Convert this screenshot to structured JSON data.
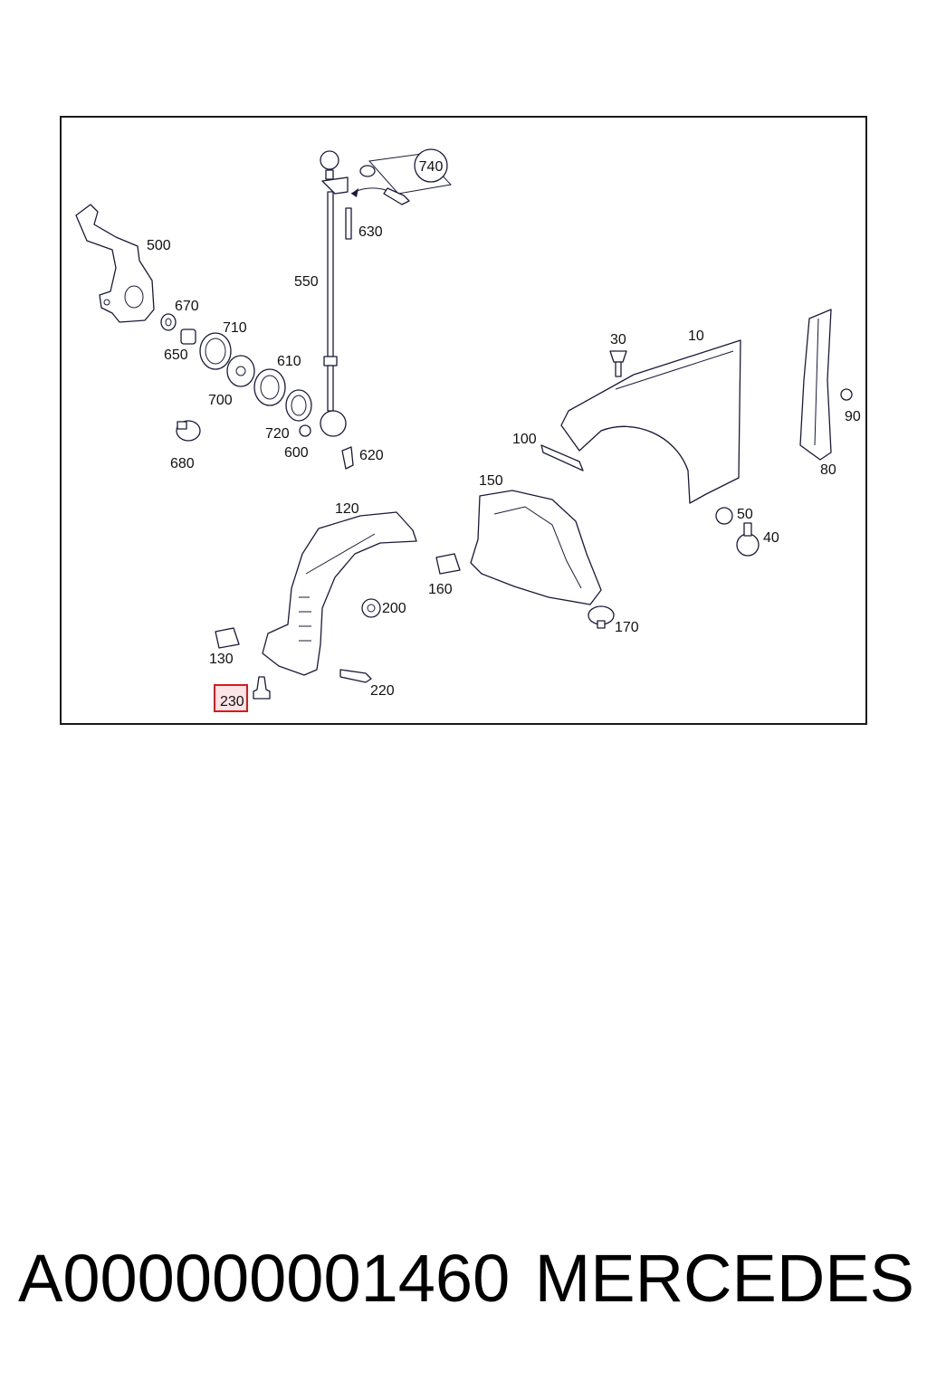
{
  "diagram": {
    "callouts": {
      "c740": "740",
      "c630": "630",
      "c500": "500",
      "c550": "550",
      "c670": "670",
      "c710": "710",
      "c650": "650",
      "c610": "610",
      "c700": "700",
      "c720": "720",
      "c600": "600",
      "c620": "620",
      "c680": "680",
      "c30": "30",
      "c10": "10",
      "c90": "90",
      "c80": "80",
      "c100": "100",
      "c150": "150",
      "c120": "120",
      "c50": "50",
      "c40": "40",
      "c160": "160",
      "c200": "200",
      "c170": "170",
      "c130": "130",
      "c220": "220",
      "c230": "230"
    },
    "highlighted_part": "230",
    "highlight_color": "#d71b1b"
  },
  "caption": {
    "part_number": "A000000001460",
    "brand": "MERCEDES"
  }
}
